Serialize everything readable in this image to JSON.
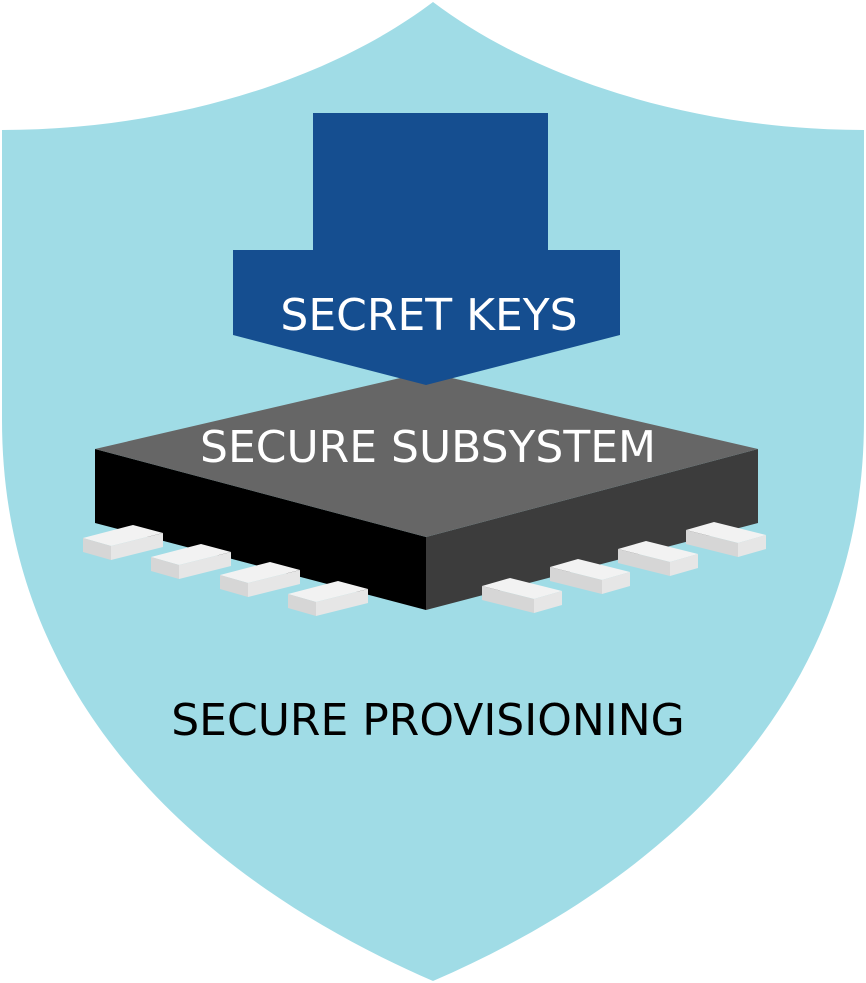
{
  "diagram": {
    "arrow_label": "SECRET KEYS",
    "chip_label": "SECURE SUBSYSTEM",
    "shield_label": "SECURE PROVISIONING"
  },
  "colors": {
    "shield": "#a0dce6",
    "arrow": "#154e90",
    "chip_top": "#666666",
    "chip_left": "#000000",
    "chip_right": "#3c3c3c",
    "pin_top": "#f2f2f2",
    "pin_side": "#d6d6d6"
  }
}
